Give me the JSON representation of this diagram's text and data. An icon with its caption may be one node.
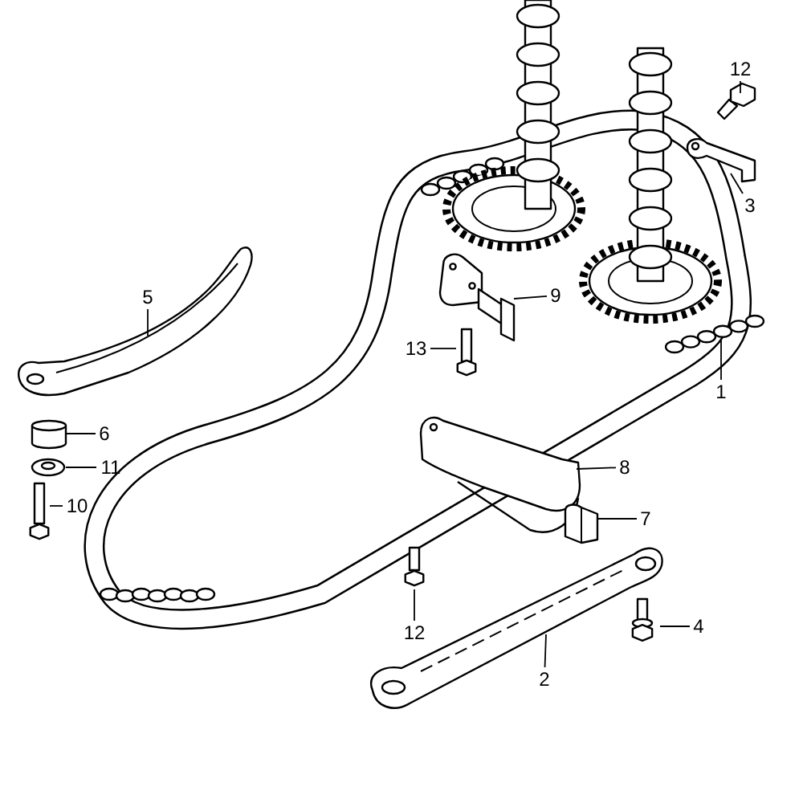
{
  "diagram": {
    "nodes": [
      {
        "text": [
          "12"
        ]
      },
      {
        "text": [],
        "shape": "picture"
      },
      {
        "text": [
          "3"
        ]
      },
      {
        "text": [],
        "shape": "picture"
      },
      {
        "text": [
          "5"
        ]
      },
      {
        "text": [],
        "shape": "picture"
      },
      {
        "text": [
          "9"
        ]
      },
      {
        "text": [],
        "shape": "picture"
      },
      {
        "text": [
          "13"
        ]
      },
      {
        "text": [],
        "shape": "picture"
      },
      {
        "text": [
          "1"
        ]
      },
      {
        "text": [],
        "shape": "picture"
      },
      {
        "text": [
          "6"
        ]
      },
      {
        "text": [],
        "shape": "cylinder"
      },
      {
        "text": [
          "11"
        ]
      },
      {
        "text": [],
        "shape": "picture"
      },
      {
        "text": [
          "8"
        ]
      },
      {
        "text": [],
        "shape": "picture"
      },
      {
        "text": [
          "10"
        ]
      },
      {
        "text": [],
        "shape": "picture"
      },
      {
        "text": [
          "7"
        ]
      },
      {
        "text": [],
        "shape": "picture"
      },
      {
        "text": [
          "12"
        ]
      },
      {
        "text": [],
        "shape": "picture"
      },
      {
        "text": [
          "4"
        ]
      },
      {
        "text": [],
        "shape": "picture"
      },
      {
        "text": [
          "2"
        ]
      },
      {
        "text": [],
        "shape": "picture"
      }
    ],
    "edges": [
      {
        "from": 0,
        "to": 1,
        "arrow": "none"
      },
      {
        "from": 2,
        "to": 3,
        "arrow": "none"
      },
      {
        "from": 4,
        "to": 5,
        "arrow": "none"
      },
      {
        "from": 6,
        "to": 7,
        "arrow": "none"
      },
      {
        "from": 8,
        "to": 9,
        "arrow": "none"
      },
      {
        "from": 10,
        "to": 11,
        "arrow": "none"
      },
      {
        "from": 12,
        "to": 13,
        "arrow": "none"
      },
      {
        "from": 14,
        "to": 15,
        "arrow": "none"
      },
      {
        "from": 16,
        "to": 17,
        "arrow": "none"
      },
      {
        "from": 18,
        "to": 19,
        "arrow": "none"
      },
      {
        "from": 20,
        "to": 21,
        "arrow": "none"
      },
      {
        "from": 22,
        "to": 23,
        "arrow": "none"
      },
      {
        "from": 24,
        "to": 25,
        "arrow": "none"
      },
      {
        "from": 26,
        "to": 27,
        "arrow": "none"
      }
    ]
  }
}
